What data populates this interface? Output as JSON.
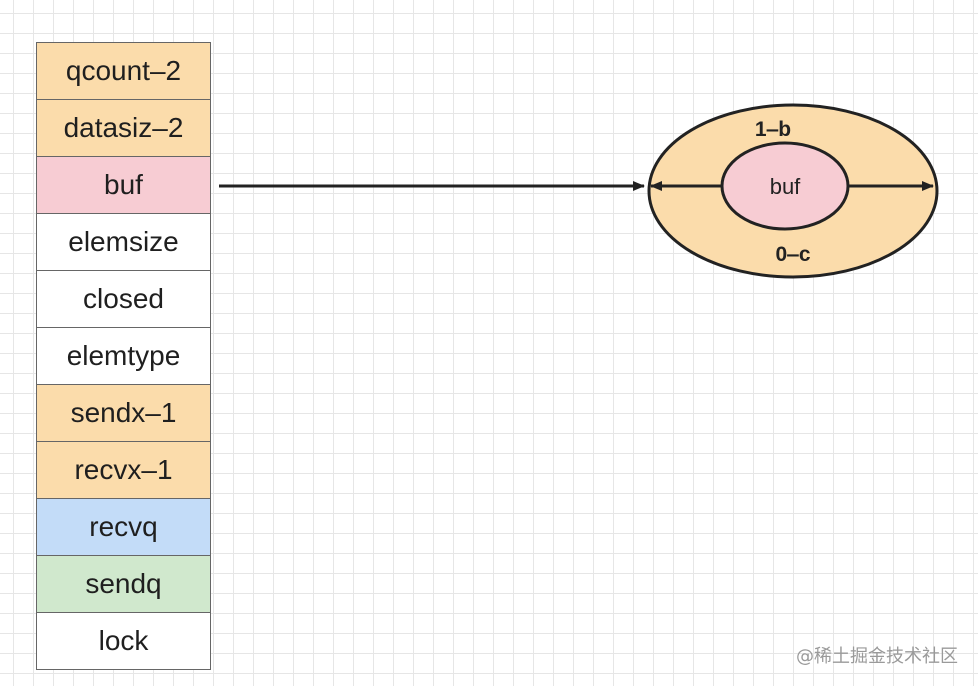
{
  "struct": {
    "fields": [
      {
        "label": "qcount‒2",
        "color": "#fbdcab"
      },
      {
        "label": "datasiz‒2",
        "color": "#fbdcab"
      },
      {
        "label": "buf",
        "color": "#f7ccd3"
      },
      {
        "label": "elemsize",
        "color": "#ffffff"
      },
      {
        "label": "closed",
        "color": "#ffffff"
      },
      {
        "label": "elemtype",
        "color": "#ffffff"
      },
      {
        "label": "sendx‒1",
        "color": "#fbdcab"
      },
      {
        "label": "recvx‒1",
        "color": "#fbdcab"
      },
      {
        "label": "recvq",
        "color": "#c3dcf8"
      },
      {
        "label": "sendq",
        "color": "#d0e8cd"
      },
      {
        "label": "lock",
        "color": "#ffffff"
      }
    ]
  },
  "ring": {
    "outer_color": "#fbdcab",
    "inner_color": "#f7ccd3",
    "center_label": "buf",
    "top_label": "1‒b",
    "bottom_label": "0‒c"
  },
  "watermark": "@稀土掘金技术社区"
}
